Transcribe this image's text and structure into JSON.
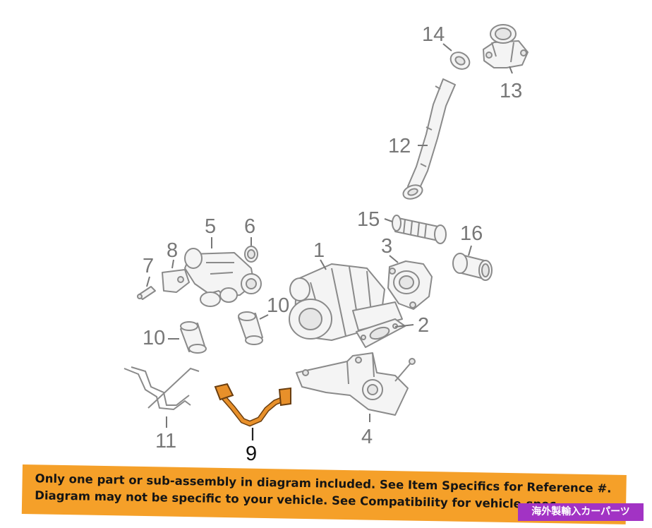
{
  "callouts": {
    "c1": "1",
    "c2": "2",
    "c3": "3",
    "c4": "4",
    "c5": "5",
    "c6": "6",
    "c7": "7",
    "c8": "8",
    "c9": "9",
    "c10a": "10",
    "c10b": "10",
    "c11": "11",
    "c12": "12",
    "c13": "13",
    "c14": "14",
    "c15": "15",
    "c16": "16"
  },
  "banner": {
    "line1": "Only one part or sub-assembly in diagram included. See Item Specifics for Reference #.",
    "line2": "Diagram may not be specific to your vehicle. See Compatibility for vehicle-spec"
  },
  "tag": {
    "text": "海外製輸入カーパーツ"
  },
  "colors": {
    "banner": "#f5a029",
    "highlight_part": "#e8902a",
    "tag": "#a233c4",
    "line_art": "#8a8a8a"
  }
}
